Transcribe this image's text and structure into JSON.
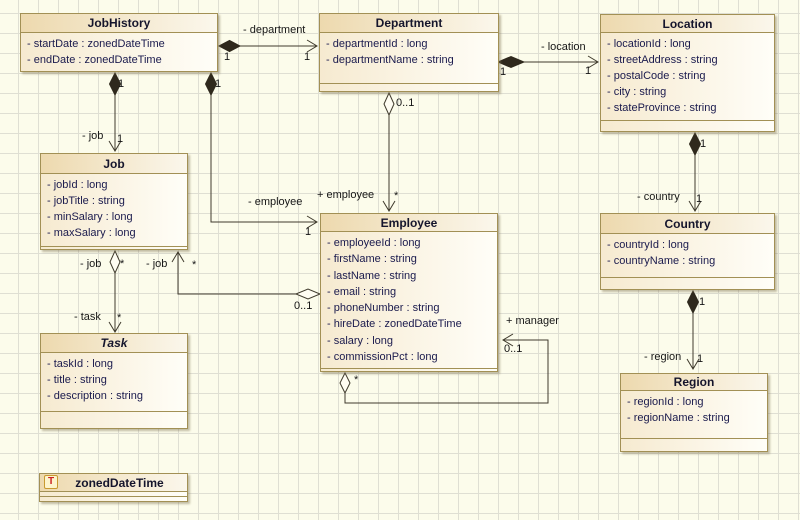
{
  "classes": [
    {
      "name": "JobHistory",
      "kind": "class",
      "attributes": [
        "- startDate : zonedDateTime",
        "- endDate : zonedDateTime"
      ]
    },
    {
      "name": "Department",
      "kind": "class",
      "attributes": [
        "- departmentId : long",
        "- departmentName : string"
      ]
    },
    {
      "name": "Location",
      "kind": "class",
      "attributes": [
        "- locationId : long",
        "- streetAddress : string",
        "- postalCode : string",
        "- city : string",
        "- stateProvince : string"
      ]
    },
    {
      "name": "Job",
      "kind": "class",
      "attributes": [
        "- jobId : long",
        "- jobTitle : string",
        "- minSalary : long",
        "- maxSalary : long"
      ]
    },
    {
      "name": "Employee",
      "kind": "class",
      "attributes": [
        "- employeeId : long",
        "- firstName : string",
        "- lastName : string",
        "- email : string",
        "- phoneNumber : string",
        "- hireDate : zonedDateTime",
        "- salary : long",
        "- commissionPct : long"
      ]
    },
    {
      "name": "Task",
      "kind": "abstract-class",
      "attributes": [
        "- taskId : long",
        "- title : string",
        "- description : string"
      ]
    },
    {
      "name": "Country",
      "kind": "class",
      "attributes": [
        "- countryId : long",
        "- countryName : string"
      ]
    },
    {
      "name": "Region",
      "kind": "class",
      "attributes": [
        "- regionId : long",
        "- regionName : string"
      ]
    },
    {
      "name": "zonedDateTime",
      "kind": "datatype",
      "icon": "T",
      "attributes": []
    }
  ],
  "edges": [
    {
      "from": "JobHistory",
      "to": "Department",
      "style": "composition",
      "label": "- department",
      "source_mult": "1",
      "target_mult": "1"
    },
    {
      "from": "Department",
      "to": "Location",
      "style": "composition",
      "label": "- location",
      "source_mult": "1",
      "target_mult": "1"
    },
    {
      "from": "JobHistory",
      "to": "Job",
      "style": "composition",
      "label": "- job",
      "source_mult": "1",
      "target_mult": "1"
    },
    {
      "from": "JobHistory",
      "to": "Employee",
      "style": "composition",
      "label": "- employee",
      "source_mult": "1",
      "target_mult": "1"
    },
    {
      "from": "Department",
      "to": "Employee",
      "style": "aggregation",
      "label": "+ employee",
      "source_mult": "0..1",
      "target_mult": "*"
    },
    {
      "from": "Employee",
      "to": "Job",
      "style": "aggregation",
      "label": "- job",
      "source_mult": "0..1",
      "target_mult": "*"
    },
    {
      "from": "Job",
      "to": "Task",
      "style": "aggregation",
      "source_label": "- job",
      "source_mult": "*",
      "target_label": "- task",
      "target_mult": "*"
    },
    {
      "from": "Employee",
      "to": "Employee",
      "style": "aggregation",
      "label": "+ manager",
      "source_mult": "*",
      "target_mult": "0..1"
    },
    {
      "from": "Location",
      "to": "Country",
      "style": "composition",
      "label": "- country",
      "source_mult": "1",
      "target_mult": "1"
    },
    {
      "from": "Country",
      "to": "Region",
      "style": "composition",
      "label": "- region",
      "source_mult": "1",
      "target_mult": "1"
    }
  ],
  "colors": {
    "canvas_bg": "#fcfceb",
    "grid_line": "#dfdfd3",
    "box_border": "#a29055",
    "box_fill_left": "#edd9ae",
    "box_fill_right": "#fffef8",
    "attr_text": "#1a1a4d",
    "edge_line": "#3f3a2c",
    "diamond_fill": "#2f291d",
    "datatype_icon": "#cc2222"
  }
}
